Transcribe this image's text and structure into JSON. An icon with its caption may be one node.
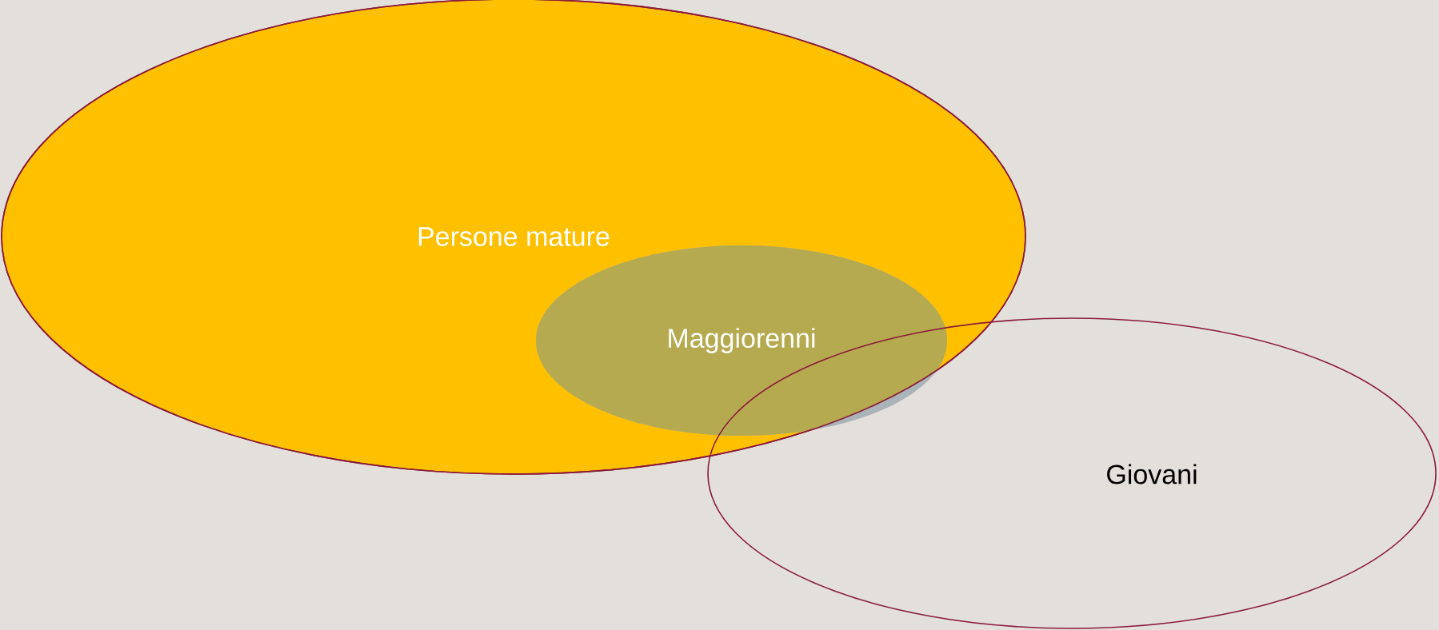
{
  "diagram": {
    "nodes": [
      {
        "text": [
          "Persone mature"
        ]
      },
      {
        "text": [
          "Maggiorenni"
        ]
      },
      {
        "text": [
          "Giovani"
        ]
      }
    ]
  }
}
